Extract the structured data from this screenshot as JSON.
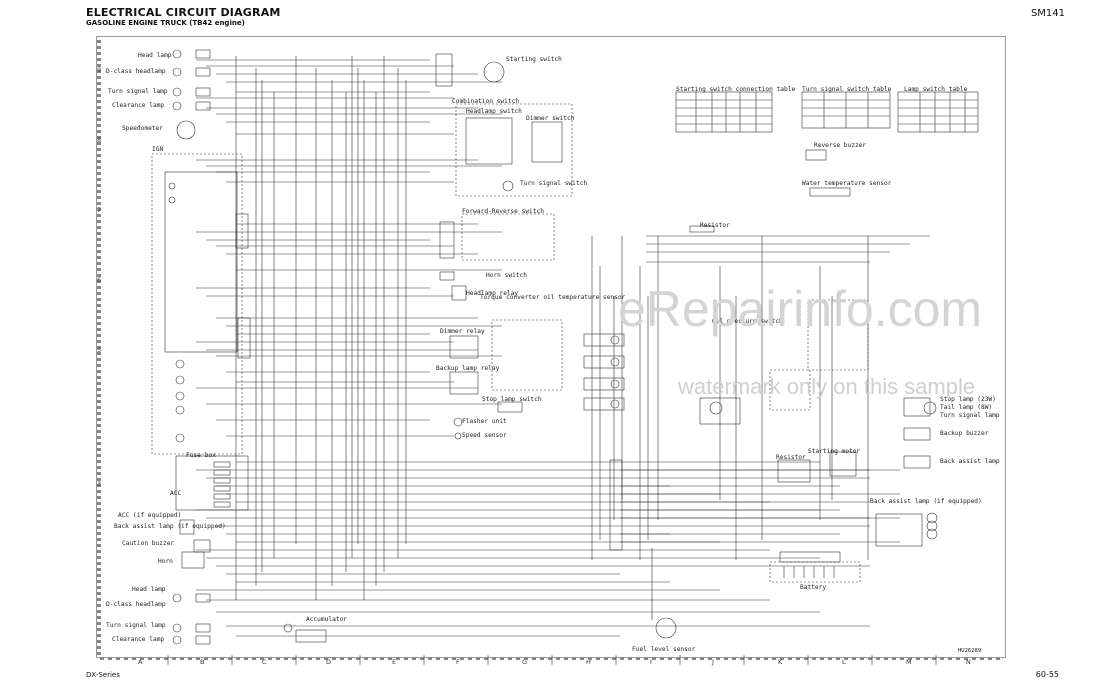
{
  "header": {
    "title": "ELECTRICAL CIRCUIT DIAGRAM",
    "subtitle": "GASOLINE ENGINE TRUCK (TB42 engine)",
    "code": "SM141"
  },
  "grid": {
    "rows": [
      "9",
      "8",
      "7",
      "6",
      "5",
      "3"
    ],
    "columns": [
      "A",
      "B",
      "C",
      "D",
      "E",
      "F",
      "G",
      "H",
      "I",
      "J",
      "K",
      "L",
      "M",
      "N"
    ]
  },
  "labels": {
    "head_lamp_top": "Head lamp",
    "driver_headlamp_top": "D-class headlamp",
    "turn_signal_top": "Turn signal lamp",
    "clearance_top": "Clearance lamp",
    "ignition_meter": "Speedometer",
    "ign": "IGN",
    "combination_switch": "Combination switch",
    "headlamp_switch": "Headlamp switch",
    "dimmer_switch": "Dimmer switch",
    "turn_signal_switch": "Turn signal switch",
    "starting_switch": "Starting switch",
    "fwd_rev_switch": "Forward-Reverse switch",
    "horn_switch": "Horn switch",
    "headlamp_relay": "Headlamp relay",
    "torque_converter": "Torque converter oil temperature sensor",
    "dimmer_relay": "Dimmer relay",
    "backup_relay": "Backup lamp relay",
    "stop_lamp_switch": "Stop lamp switch",
    "flasher_unit": "Flasher unit",
    "speed_sensor": "Speed sensor",
    "oil_pressure_switch": "Oil pressure switch",
    "reverse_buzzer_top": "Reverse buzzer",
    "water_temp_sensor": "Water temperature sensor",
    "resistor_top": "Resistor",
    "starting_switch_table": "Starting switch connection table",
    "turn_signal_table": "Turn signal switch table",
    "lamp_switch_table": "Lamp switch table",
    "stop_lamp": "Stop lamp (23W)",
    "tail_lamp": "Tail lamp (8W)",
    "turn_signal_rear": "Turn signal lamp",
    "backup_buzzer": "Backup buzzer",
    "back_assist_lamp": "Back assist lamp",
    "back_assist_lamp2": "Back assist lamp (if equipped)",
    "starting_motor": "Starting motor",
    "resistor_bottom": "Resistor",
    "battery": "Battery",
    "fuse_box": "Fuse box",
    "acc": "ACC",
    "acc_equipped": "ACC (if equipped)",
    "back_assist_left": "Back assist lamp (if equipped)",
    "caution_buzzer": "Caution buzzer",
    "horn": "Horn",
    "head_lamp_bottom": "Head lamp",
    "driver_headlamp_bottom": "D-class headlamp",
    "turn_signal_bottom": "Turn signal lamp",
    "clearance_bottom": "Clearance lamp",
    "accumulator": "Accumulator",
    "fuel_level_sensor": "Fuel level sensor"
  },
  "footer": {
    "series": "DX-Series",
    "page": "60-55",
    "ref": "HU26289"
  },
  "watermark": {
    "site": "eRepairinfo.com",
    "note": "watermark only on this sample"
  }
}
